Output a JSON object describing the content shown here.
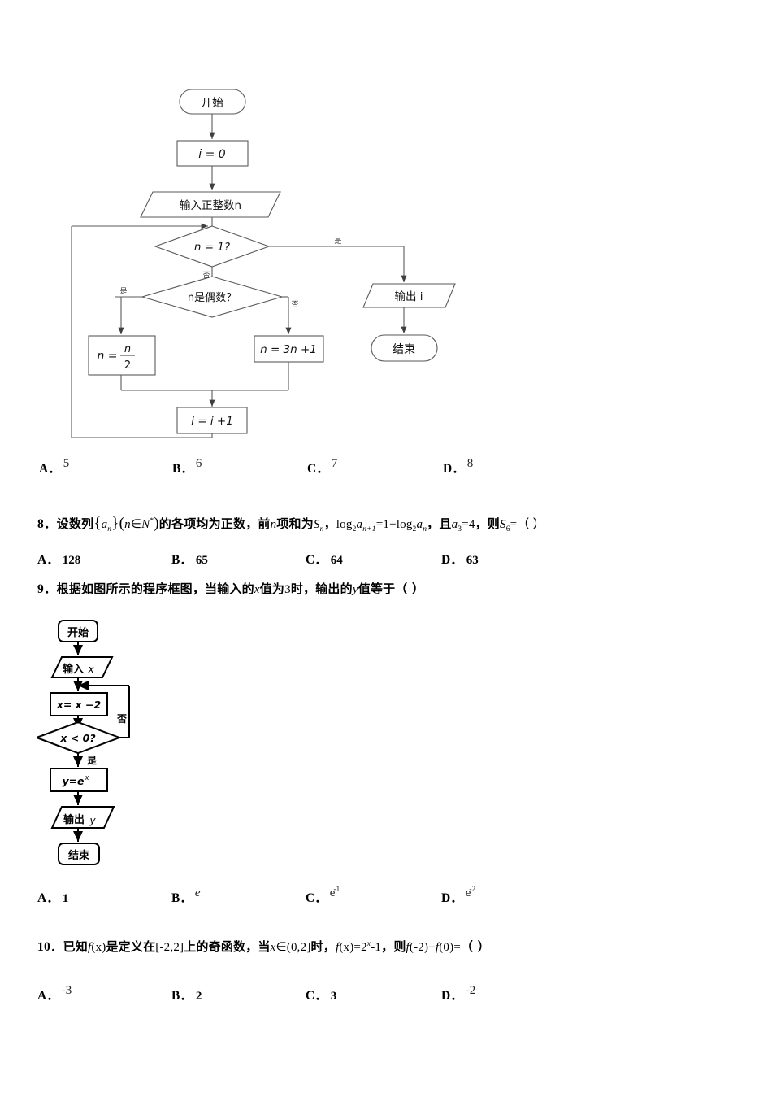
{
  "document": {
    "type": "math-exam-paper",
    "language": "zh-CN"
  },
  "flowchart_1": {
    "name": "collatz-iteration-count-flowchart",
    "nodes": {
      "start": "开始",
      "init": "i = 0",
      "input": "输入正整数n",
      "decision_n_eq_1": "n = 1?",
      "decision_even": "n是偶数？",
      "halve": "n =",
      "halve_num": "n",
      "halve_den": "2",
      "triple": "n = 3n +1",
      "increment": "i = i +1",
      "output": "输出 i",
      "end": "结束"
    },
    "edge_labels": {
      "yes": "是",
      "no": "否",
      "even_yes": "是",
      "even_no": "否",
      "n_eq_1_no": "否"
    }
  },
  "question_7_options": {
    "name": "question-7-options",
    "items": [
      {
        "label": "A．",
        "value": "5"
      },
      {
        "label": "B．",
        "value": "6"
      },
      {
        "label": "C．",
        "value": "7"
      },
      {
        "label": "D．",
        "value": "8"
      }
    ]
  },
  "question_8": {
    "number": "8．",
    "text_1": "设数列",
    "seq_open": "{",
    "seq_a": "a",
    "seq_n": "n",
    "seq_close": "}",
    "cond_open": "(",
    "cond_n": "n",
    "cond_in": "∈",
    "cond_N": "N",
    "cond_star": "*",
    "cond_close": ")",
    "text_2": "的各项均为正数，前",
    "var_n": "n",
    "text_3": "项和为",
    "sum_S": "S",
    "sum_n": "n",
    "comma_1": "，",
    "log_1": "log",
    "log_1_base": "2",
    "log_1_a": "a",
    "log_1_sub": "n+1",
    "eq_1": "=1+",
    "log_2": "log",
    "log_2_base": "2",
    "log_2_a": "a",
    "log_2_sub": "n",
    "comma_2": "，",
    "text_4": "且",
    "a3": "a",
    "a3_sub": "3",
    "a3_val": "=4",
    "comma_3": "，",
    "text_5": "则",
    "S6": "S",
    "S6_sub": "6",
    "S6_eq": "=（  ）",
    "options": [
      {
        "label": "A．",
        "value": "128"
      },
      {
        "label": "B．",
        "value": "65"
      },
      {
        "label": "C．",
        "value": "64"
      },
      {
        "label": "D．",
        "value": "63"
      }
    ]
  },
  "question_9": {
    "number": "9．",
    "text_1": "根据如图所示的程序框图，当输入的",
    "var_x": "x",
    "text_2": "值为",
    "val_3": "3",
    "text_3": "时，输出的",
    "var_y": "y",
    "text_4": "值等于（  ）",
    "options": [
      {
        "label": "A．",
        "value": "1",
        "plain": true
      },
      {
        "label": "B．",
        "value": "e",
        "sup": ""
      },
      {
        "label": "C．",
        "value": "e",
        "sup": "-1"
      },
      {
        "label": "D．",
        "value": "e",
        "sup": "-2"
      }
    ]
  },
  "flowchart_2": {
    "name": "exponential-loop-flowchart",
    "nodes": {
      "start": "开始",
      "input": "输入",
      "input_var": "x",
      "assign": "x= x −2",
      "decision": "x < 0?",
      "compute_y": "y=e",
      "compute_y_sup": "x",
      "output": "输出",
      "output_var": "y",
      "end": "结束"
    },
    "edge_labels": {
      "no": "否",
      "yes": "是"
    }
  },
  "question_10": {
    "number": "10．",
    "text_1": "已知",
    "f_1": "f",
    "f_1_arg": "(x)",
    "text_2": "是定义在",
    "interval": "[-2,2]",
    "text_3": "上的奇函数，当",
    "dom_x": "x",
    "dom_in": "∈",
    "dom_interval": "(0,2]",
    "text_4": "时，",
    "fx": "f",
    "fx_arg": "(x)",
    "fx_eq": "=2",
    "fx_sup": "x",
    "fx_minus": "-1",
    "comma": "，",
    "text_5": "则",
    "fm2": "f",
    "fm2_arg": "(-2)",
    "plus": "+",
    "f0": "f",
    "f0_arg": "(0)",
    "eq": "=",
    "paren": "（  ）",
    "options": [
      {
        "label": "A．",
        "value": "-3",
        "raised": true
      },
      {
        "label": "B．",
        "value": "2",
        "raised": false
      },
      {
        "label": "C．",
        "value": "3",
        "raised": false
      },
      {
        "label": "D．",
        "value": "-2",
        "raised": true
      }
    ]
  },
  "colors": {
    "ink": "#000000",
    "line_gray": "#555555",
    "light_gray": "#6b6b6b"
  }
}
